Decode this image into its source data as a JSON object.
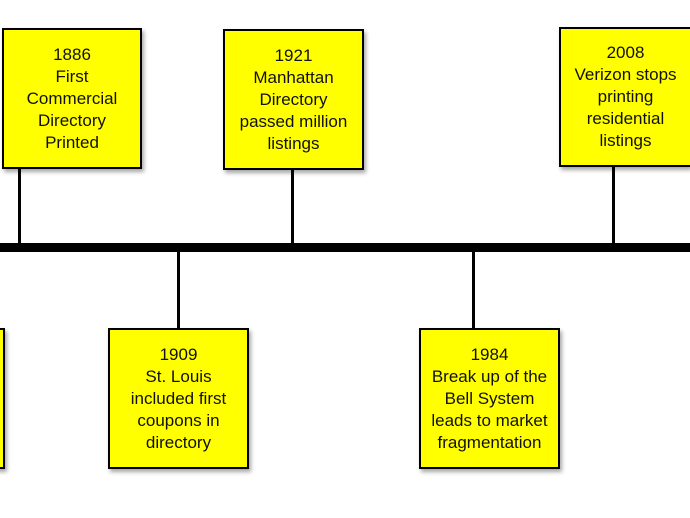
{
  "colors": {
    "box_fill": "#ffff00",
    "line": "#000000",
    "text": "#111111"
  },
  "events": [
    {
      "year": "1886",
      "lines": [
        "First",
        "Commercial",
        "Directory",
        "Printed"
      ]
    },
    {
      "year": "1921",
      "lines": [
        "Manhattan",
        "Directory",
        "passed million",
        "listings"
      ]
    },
    {
      "year": "2008",
      "lines": [
        "Verizon stops",
        "printing",
        "residential",
        "listings"
      ]
    },
    {
      "year": "1909",
      "lines": [
        "St. Louis",
        "included first",
        "coupons in",
        "directory"
      ]
    },
    {
      "year": "1984",
      "lines": [
        "Break up of the",
        "Bell System",
        "leads to market",
        "fragmentation"
      ]
    },
    {
      "year": "",
      "lines": []
    }
  ]
}
